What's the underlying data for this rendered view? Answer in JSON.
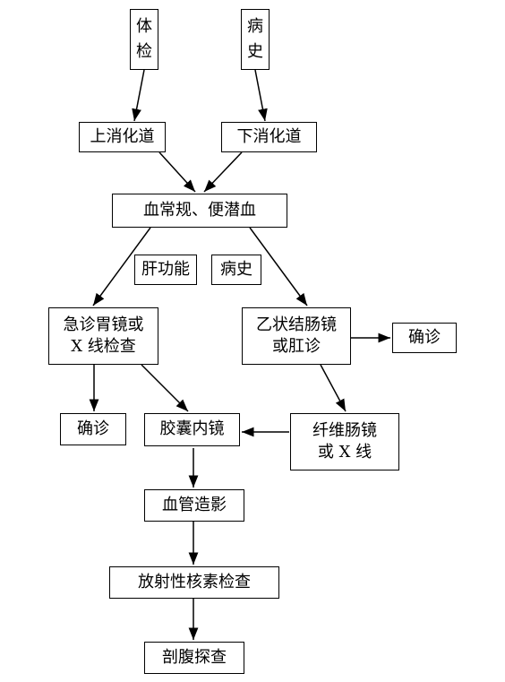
{
  "nodes": {
    "physical_exam": "体\n检",
    "history_top": "病\n史",
    "upper_gi": "上消化道",
    "lower_gi": "下消化道",
    "blood_tests": "血常规、便潜血",
    "liver_function": "肝功能",
    "history_mid": "病史",
    "emergency_gastroscopy": "急诊胃镜或\nX 线检查",
    "sigmoidoscopy": "乙状结肠镜\n或肛诊",
    "confirmed_right": "确诊",
    "confirmed_left": "确诊",
    "capsule_endoscopy": "胶囊内镜",
    "fiber_colonoscopy": "纤维肠镜\n或 X 线",
    "angiography": "血管造影",
    "radionuclide_exam": "放射性核素检查",
    "exploratory_laparotomy": "剖腹探查"
  }
}
